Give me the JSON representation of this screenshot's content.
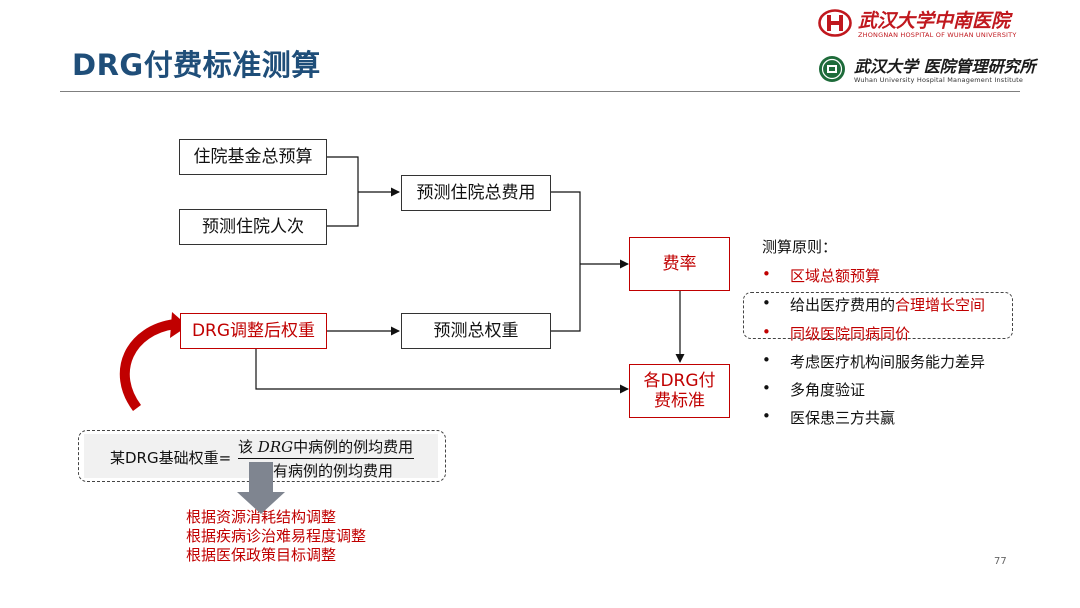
{
  "header": {
    "title": "DRG付费标准测算",
    "logo_primary_cn": "武汉大学中南医院",
    "logo_primary_en": "ZHONGNAN HOSPITAL OF WUHAN UNIVERSITY",
    "logo_secondary_cn": "武汉大学 医院管理研究所",
    "logo_secondary_en": "Wuhan University Hospital Management Institute"
  },
  "flow": {
    "budget": "住院基金总预算",
    "admissions": "预测住院人次",
    "total_cost": "预测住院总费用",
    "drg_weight": "DRG调整后权重",
    "total_weight": "预测总权重",
    "rate": "费率",
    "standard_line1": "各DRG付",
    "standard_line2": "费标准"
  },
  "principles": {
    "heading": "测算原则：",
    "bullet": "•",
    "items": [
      {
        "text": "区域总额预算",
        "highlight": ""
      },
      {
        "text": "给出医疗费用的",
        "highlight": "合理增长空间"
      },
      {
        "text": "同级医院同病同价",
        "highlight": ""
      },
      {
        "text": "考虑医疗机构间服务能力差异",
        "highlight": ""
      },
      {
        "text": "多角度验证",
        "highlight": ""
      },
      {
        "text": "医保患三方共赢",
        "highlight": ""
      }
    ]
  },
  "formula": {
    "left": "某DRG基础权重=",
    "numerator_prefix": "该",
    "numerator_var": "DRG",
    "numerator_suffix": "中病例的例均费用",
    "denominator": "所有病例的例均费用"
  },
  "adjustments": [
    "根据资源消耗结构调整",
    "根据疾病诊治难易程度调整",
    "根据医保政策目标调整"
  ],
  "page_number": "77",
  "colors": {
    "title": "#1f4e79",
    "accent_red": "#c00000",
    "logo_red": "#c0181e",
    "arrow_gray": "#7f8590"
  }
}
